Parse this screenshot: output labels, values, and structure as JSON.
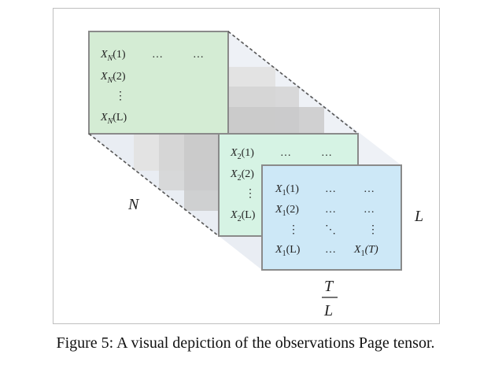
{
  "colors": {
    "green_face": "#d4ecd4",
    "green_face_border": "#8a8a8a",
    "mint_face": "#d6f3e4",
    "blue_face": "#cde8f7",
    "side_face": "#e6ebf2",
    "dash_line": "#555555"
  },
  "back_matrix": {
    "row1": [
      "X",
      "N",
      "(1)",
      "…",
      "…"
    ],
    "row2": [
      "X",
      "N",
      "(2)"
    ],
    "row3": [
      "⋮"
    ],
    "row4": [
      "X",
      "N",
      "(L)"
    ]
  },
  "mid_matrix": {
    "row1": [
      "X",
      "2",
      "(1)",
      "…",
      "…"
    ],
    "row2": [
      "X",
      "2",
      "(2)"
    ],
    "row3": [
      "⋮"
    ],
    "row4": [
      "X",
      "2",
      "(L)"
    ]
  },
  "front_matrix": {
    "row1": [
      "X",
      "1",
      "(1)",
      "…",
      "…"
    ],
    "row2": [
      "X",
      "1",
      "(2)",
      "…",
      "…"
    ],
    "row3": [
      "⋮",
      "⋱",
      "⋮"
    ],
    "row4": [
      "X",
      "1",
      "(L)",
      "…",
      "X",
      "1",
      "(T)"
    ]
  },
  "labels": {
    "n_axis": "N",
    "l_axis": "L",
    "t_numer": "T",
    "t_denom": "L"
  },
  "caption": "Figure 5: A visual depiction of the observations Page tensor."
}
